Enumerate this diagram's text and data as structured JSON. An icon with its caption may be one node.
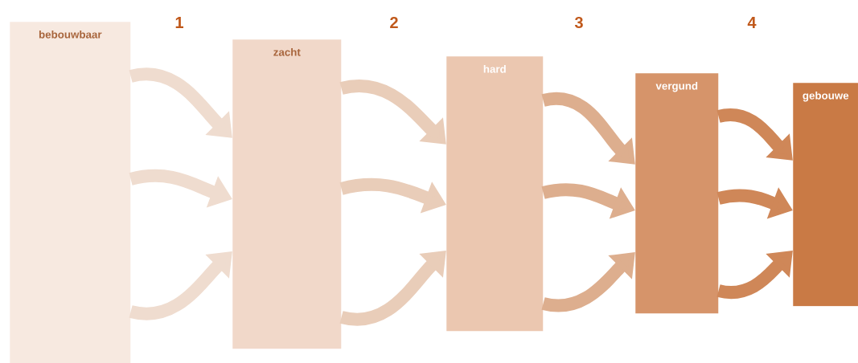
{
  "diagram": {
    "nodes": [
      {
        "text": [
          "bebouwbaar"
        ]
      },
      {
        "text": [
          "zacht"
        ]
      },
      {
        "text": [
          "hard"
        ]
      },
      {
        "text": [
          "vergund"
        ]
      },
      {
        "text": [
          "gebouwe"
        ]
      }
    ],
    "edges": [
      {
        "from": 0,
        "to": 1,
        "arrow": "to",
        "color": "#efdccf"
      },
      {
        "from": 0,
        "to": 1,
        "arrow": "to",
        "color": "#efdccf"
      },
      {
        "from": 0,
        "to": 1,
        "arrow": "to",
        "color": "#efdccf"
      },
      {
        "from": 1,
        "to": 2,
        "arrow": "to",
        "color": "#e9cdb9"
      },
      {
        "from": 1,
        "to": 2,
        "arrow": "to",
        "color": "#e9cdb9"
      },
      {
        "from": 1,
        "to": 2,
        "arrow": "to",
        "color": "#e9cdb9"
      },
      {
        "from": 2,
        "to": 3,
        "arrow": "to",
        "color": "#ddae8e"
      },
      {
        "from": 2,
        "to": 3,
        "arrow": "to",
        "color": "#ddae8e"
      },
      {
        "from": 2,
        "to": 3,
        "arrow": "to",
        "color": "#ddae8e"
      },
      {
        "from": 3,
        "to": 4,
        "arrow": "to",
        "color": "#cf8758"
      },
      {
        "from": 3,
        "to": 4,
        "arrow": "to",
        "color": "#cf8758"
      },
      {
        "from": 3,
        "to": 4,
        "arrow": "to",
        "color": "#cf8758"
      }
    ],
    "labels": [
      "1",
      "2",
      "3",
      "4"
    ]
  }
}
